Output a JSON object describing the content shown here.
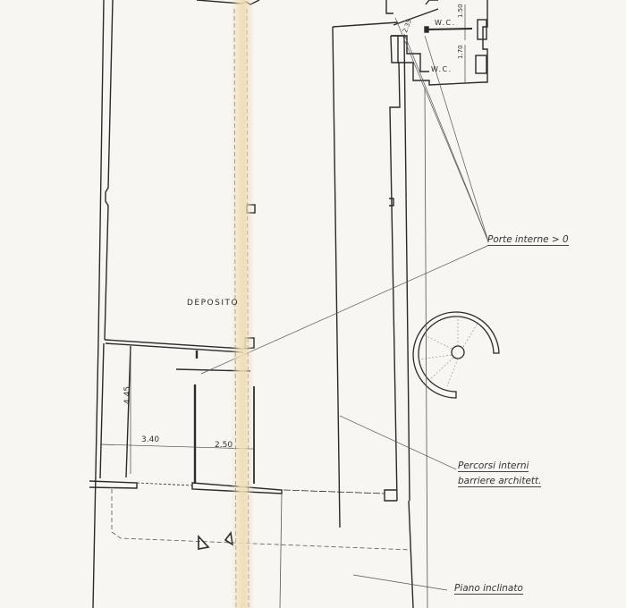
{
  "drawing": {
    "type": "architectural floor plan",
    "paper_color": "#f7f6f2",
    "line_color": "#2a2a2a"
  },
  "rooms": {
    "deposito": "DEPOSITO",
    "wc_upper": "W.C.",
    "wc_lower": "W.C."
  },
  "dimensions": {
    "height_small_room": "4.45",
    "width_left": "3.40",
    "width_right": "2.50",
    "wc_upper_depth": "1.50",
    "wc_lower_depth": "1.70",
    "wc_door_note": "2.35"
  },
  "annotations": {
    "porte_interne": "Porte interne > 0",
    "percorsi_line1": "Percorsi interni",
    "percorsi_line2": "barriere architett.",
    "piano_inclinato": "Piano inclinato"
  },
  "symbols": {
    "spiral_stair": "spiral-staircase",
    "section_markers": [
      "section-marker-left",
      "section-marker-right"
    ]
  }
}
